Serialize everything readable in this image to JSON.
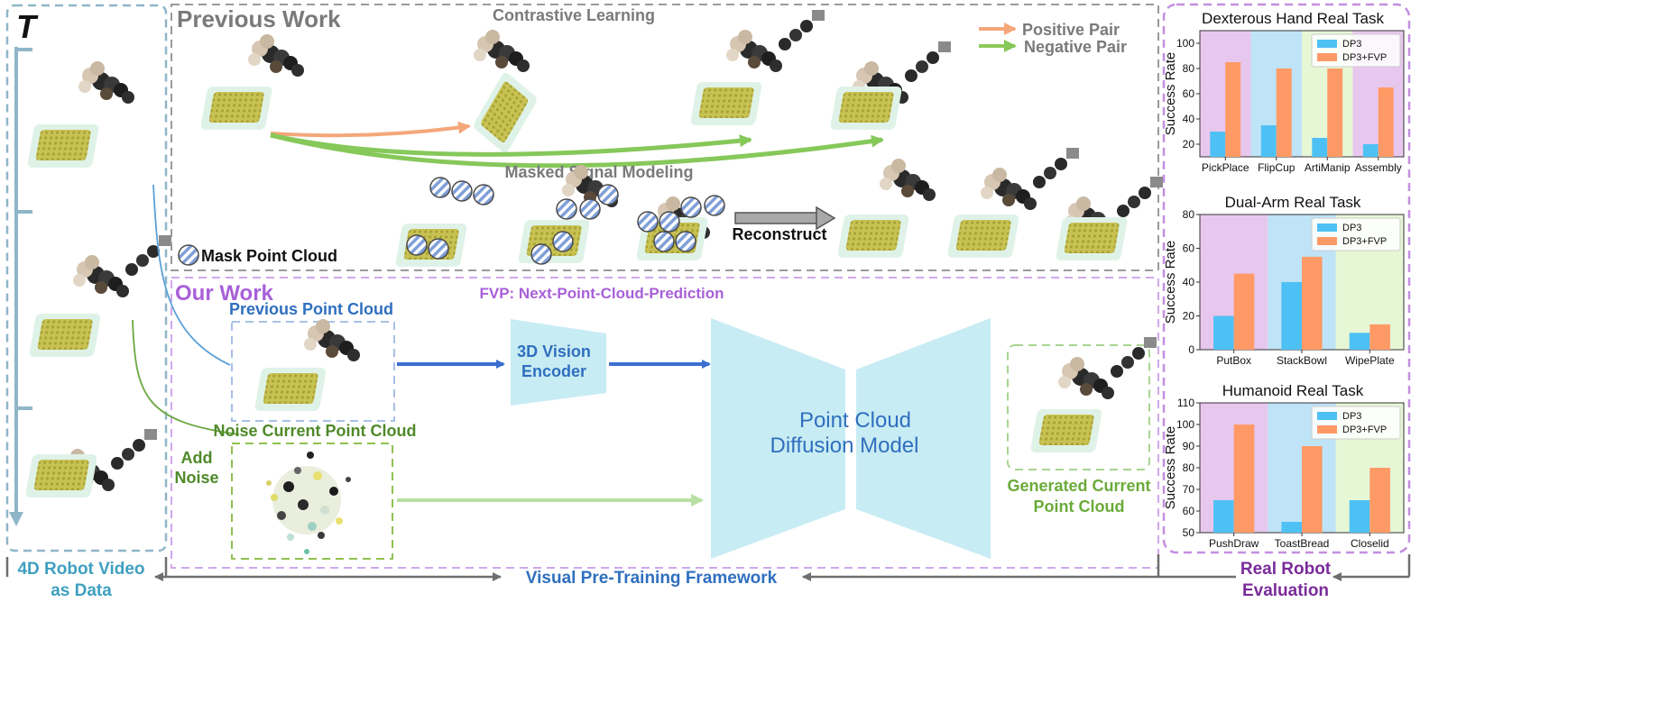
{
  "left_panel": {
    "time_label": "T",
    "caption_line1": "4D Robot Video",
    "caption_line2": "as Data"
  },
  "previous_work": {
    "title": "Previous Work",
    "contrastive_label": "Contrastive Learning",
    "masked_label": "Masked Signal Modeling",
    "mask_legend_label": "Mask Point Cloud",
    "reconstruct_label": "Reconstruct",
    "legend": {
      "positive_label": "Positive Pair",
      "negative_label": "Negative Pair",
      "positive_color": "#f4a77a",
      "negative_color": "#8bc95a"
    }
  },
  "our_work": {
    "title": "Our Work",
    "fvp_label": "FVP: Next-Point-Cloud-Prediction",
    "previous_pc_label": "Previous Point Cloud",
    "noise_pc_label": "Noise Current Point Cloud",
    "add_noise_line1": "Add",
    "add_noise_line2": "Noise",
    "encoder_line1": "3D Vision",
    "encoder_line2": "Encoder",
    "diffusion_line1": "Point Cloud",
    "diffusion_line2": "Diffusion Model",
    "generated_line1": "Generated Current",
    "generated_line2": "Point Cloud"
  },
  "bottom": {
    "framework_label": "Visual Pre-Training Framework",
    "real_robot_line1": "Real Robot",
    "real_robot_line2": "Evaluation"
  },
  "colors": {
    "previous_border": "#9a9a9a",
    "our_border": "#cfa8ee",
    "left_border": "#8fb6c8",
    "right_border": "#c48ee0",
    "blue_text": "#2f6fbf",
    "green_text": "#4f8a2a",
    "purple_text": "#a860d8",
    "teal_caption": "#3f9fbf",
    "eval_purple": "#7a2a9a",
    "dp3": "#4ec1f4",
    "dp3fvp": "#ff9a66",
    "bg_pink": "#e8c7ee",
    "bg_blue": "#bfe3f7",
    "bg_green": "#e6f7d6"
  },
  "chart_data": [
    {
      "type": "bar",
      "title": "Dexterous Hand Real Task",
      "ylabel": "Success Rate",
      "categories": [
        "PickPlace",
        "FlipCup",
        "ArtiManip",
        "Assembly"
      ],
      "ylim": [
        10,
        110
      ],
      "yticks": [
        20,
        40,
        60,
        80,
        100
      ],
      "series": [
        {
          "name": "DP3",
          "values": [
            30,
            35,
            25,
            20
          ]
        },
        {
          "name": "DP3+FVP",
          "values": [
            85,
            80,
            80,
            65
          ]
        }
      ],
      "background_bands": [
        "pink",
        "blue",
        "green",
        "pink"
      ],
      "legend": "top-right"
    },
    {
      "type": "bar",
      "title": "Dual-Arm Real Task",
      "ylabel": "Success Rate",
      "categories": [
        "PutBox",
        "StackBowl",
        "WipePlate"
      ],
      "ylim": [
        0,
        80
      ],
      "yticks": [
        0,
        20,
        40,
        60,
        80
      ],
      "series": [
        {
          "name": "DP3",
          "values": [
            20,
            40,
            10
          ]
        },
        {
          "name": "DP3+FVP",
          "values": [
            45,
            55,
            15
          ]
        }
      ],
      "background_bands": [
        "pink",
        "blue",
        "green"
      ],
      "legend": "top-right"
    },
    {
      "type": "bar",
      "title": "Humanoid Real Task",
      "ylabel": "Success Rate",
      "categories": [
        "PushDraw",
        "ToastBread",
        "Closelid"
      ],
      "ylim": [
        50,
        110
      ],
      "yticks": [
        50,
        60,
        70,
        80,
        90,
        100,
        110
      ],
      "series": [
        {
          "name": "DP3",
          "values": [
            65,
            55,
            65
          ]
        },
        {
          "name": "DP3+FVP",
          "values": [
            100,
            90,
            80
          ]
        }
      ],
      "background_bands": [
        "pink",
        "blue",
        "green"
      ],
      "legend": "top-right"
    }
  ]
}
